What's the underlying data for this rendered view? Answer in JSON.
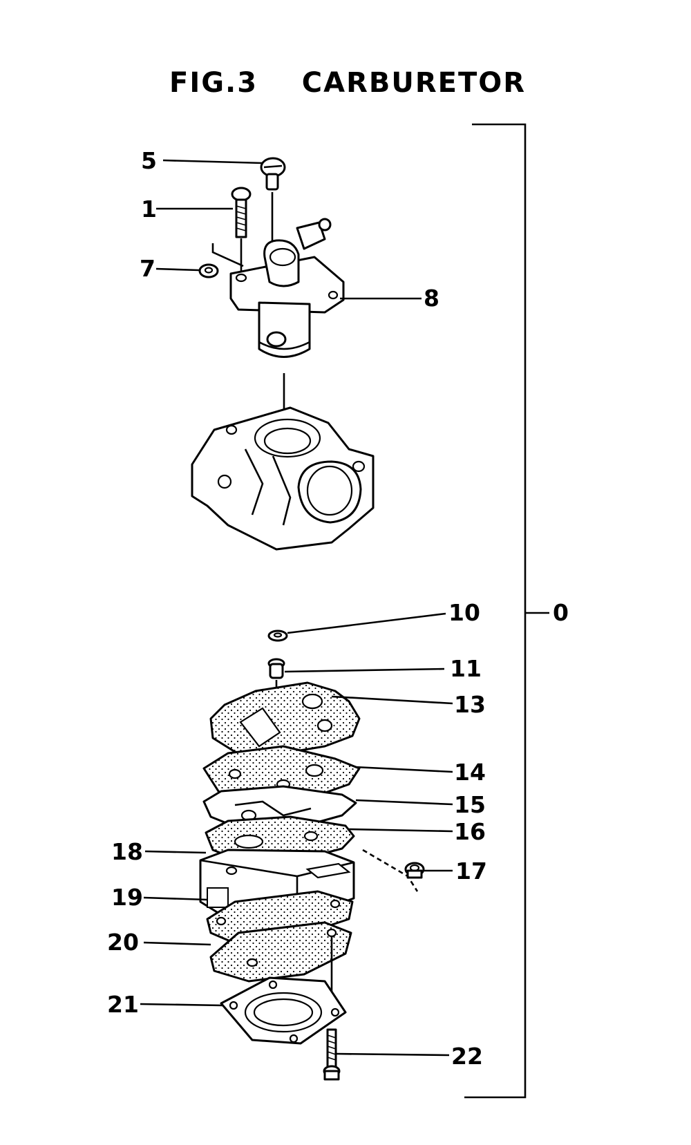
{
  "figure": {
    "title": "FIG.3    CARBURETOR"
  },
  "callouts": {
    "c0": "0",
    "c1": "1",
    "c5": "5",
    "c7": "7",
    "c8": "8",
    "c10": "10",
    "c11": "11",
    "c13": "13",
    "c14": "14",
    "c15": "15",
    "c16": "16",
    "c17": "17",
    "c18": "18",
    "c19": "19",
    "c20": "20",
    "c21": "21",
    "c22": "22"
  }
}
